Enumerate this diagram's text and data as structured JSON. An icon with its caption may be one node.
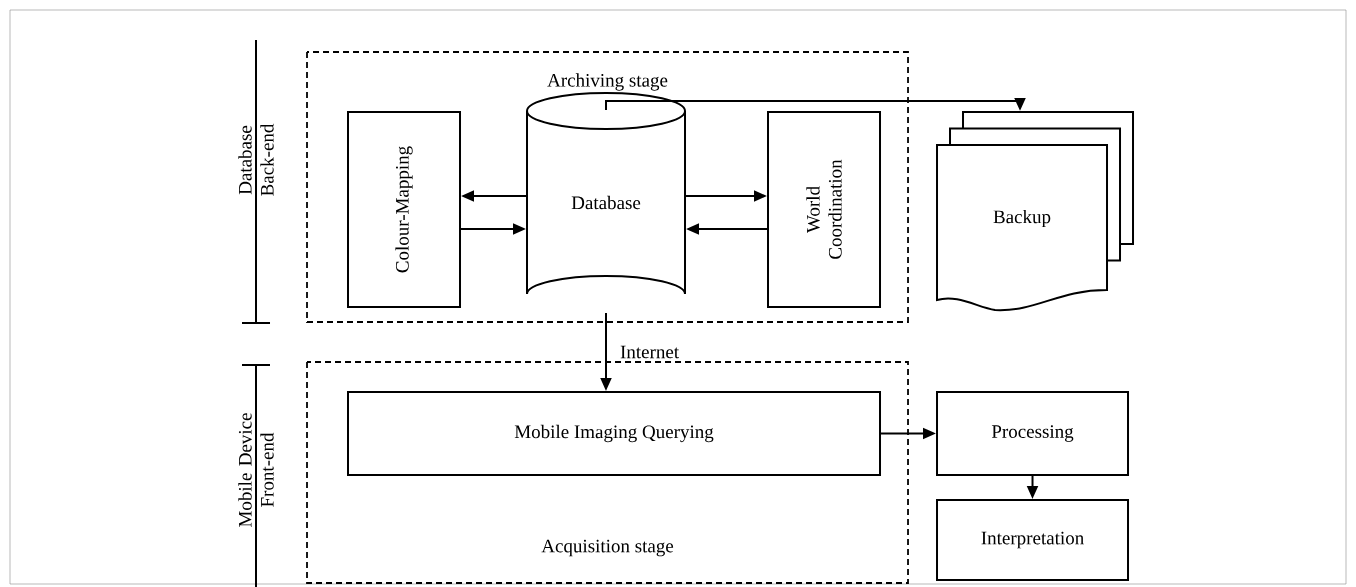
{
  "diagram": {
    "nodes": [
      {
        "text": [
          "Archiving stage"
        ]
      },
      {
        "text": [
          "Colour-Mapping"
        ],
        "in": 0
      },
      {
        "text": [
          "Database"
        ],
        "in": 0
      },
      {
        "text": [
          "World Coordination"
        ],
        "in": 0
      },
      {
        "text": [
          "Backup"
        ]
      },
      {
        "text": [
          "Acquisition stage"
        ]
      },
      {
        "text": [
          "Mobile Imaging Querying"
        ],
        "in": 5
      },
      {
        "text": [
          "Processing"
        ]
      },
      {
        "text": [
          "Interpretation"
        ]
      }
    ],
    "edges": [
      {
        "from": 2,
        "to": 1,
        "arrow": "to"
      },
      {
        "from": 1,
        "to": 2,
        "arrow": "to"
      },
      {
        "from": 2,
        "to": 3,
        "arrow": "to"
      },
      {
        "from": 3,
        "to": 2,
        "arrow": "to"
      },
      {
        "from": 2,
        "to": 4,
        "arrow": "to"
      },
      {
        "from": 2,
        "to": 6,
        "arrow": "to",
        "label": "Internet"
      },
      {
        "from": 6,
        "to": 7,
        "arrow": "to"
      },
      {
        "from": 7,
        "to": 8,
        "arrow": "to"
      }
    ],
    "labels": [
      "Database Back-end",
      "Mobile Device Front-end"
    ]
  }
}
